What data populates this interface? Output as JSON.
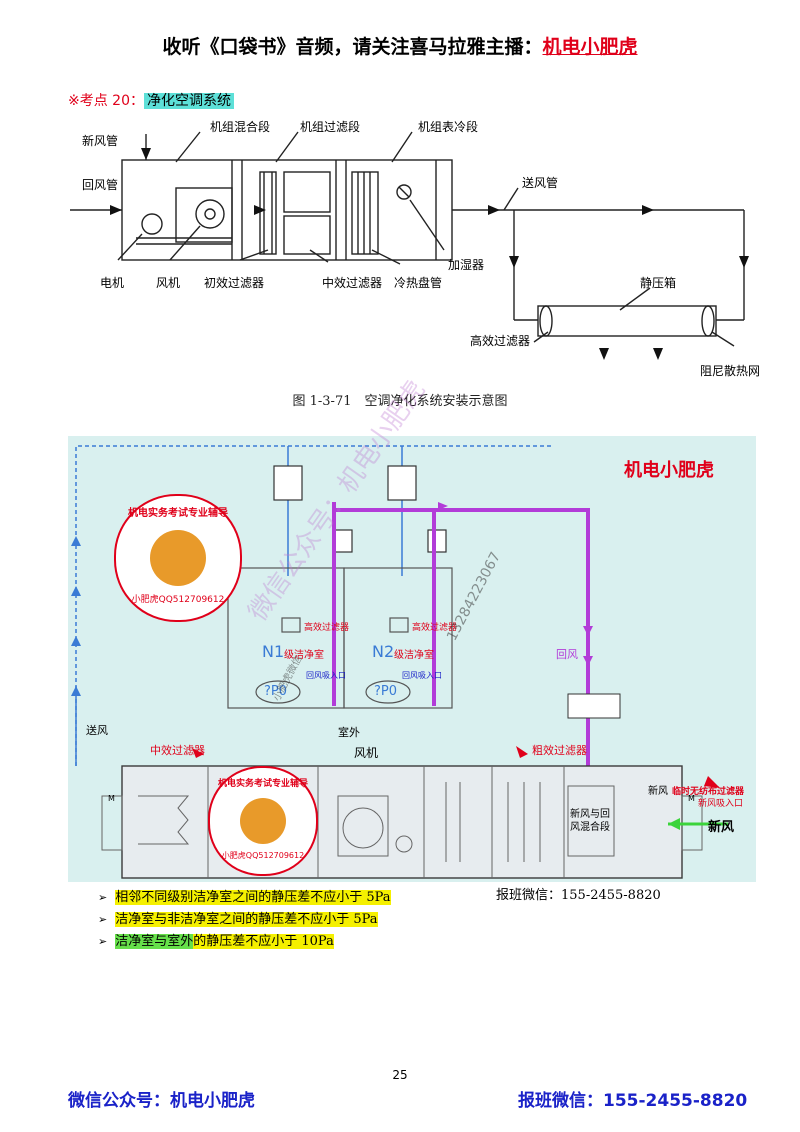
{
  "header": {
    "prefix": "收听《口袋书》音频，请关注喜马拉雅主播：",
    "brand": "机电小肥虎"
  },
  "kp": {
    "mark": "※考点 20：",
    "title": "净化空调系统"
  },
  "fig1": {
    "labels": {
      "fresh_air_pipe": "新风管",
      "return_air_pipe": "回风管",
      "mixing": "机组混合段",
      "filter_sec": "机组过滤段",
      "cooling_sec": "机组表冷段",
      "supply_pipe": "送风管",
      "motor": "电机",
      "fan": "风机",
      "primary_filter": "初效过滤器",
      "medium_filter": "中效过滤器",
      "coil": "冷热盘管",
      "humidifier": "加湿器",
      "static_box": "静压箱",
      "hepa": "高效过滤器",
      "damper_net": "阻尼散热网"
    },
    "caption": "图 1-3-71　空调净化系统安装示意图"
  },
  "fig2": {
    "brand": "机电小肥虎",
    "n1": "N1",
    "n1_level": "级洁净室",
    "n2": "N2",
    "n2_level": "级洁净室",
    "hepa": "高效过滤器",
    "p": "?P0",
    "return_inlet": "回风吸入口",
    "outdoor": "室外",
    "fan": "风机",
    "supply": "送风",
    "return": "回风",
    "medium_filter": "中效过滤器",
    "coarse_filter": "粗效过滤器",
    "mix": "新风与回风混合段",
    "temp_filter": "临时无纺布过滤器",
    "fresh_inlet": "新风吸入口",
    "fresh_air": "新风",
    "fresh_air2": "新风",
    "badge_text": "机电实务考试专业辅导",
    "badge_qq": "小肥虎QQ512709612",
    "watermark_wechat": "微信公众号：机电小肥虎",
    "watermark_phone": "13284223067",
    "watermark_wx": "小肥虎微信",
    "motor": "M"
  },
  "notes": [
    "相邻不同级别洁净室之间的静压差不应小于 5Pa",
    "洁净室与非洁净室之间的静压差不应小于 5Pa",
    "洁净室与室外",
    "的静压差不应小于 10Pa"
  ],
  "notes_marker": "➢",
  "register": "报班微信：155-2455-8820",
  "page_number": "25",
  "footer": {
    "left": "微信公众号：机电小肥虎",
    "right": "报班微信：155-2455-8820"
  },
  "colors": {
    "brand_red": "#e0001a",
    "footer_blue": "#1a22c8",
    "duct_purple": "#b23cd8",
    "diagram_bg": "#d9f0ef",
    "highlight_yellow": "#f5f000",
    "highlight_green": "#66e04a",
    "highlight_cyan": "#5de0d8"
  }
}
